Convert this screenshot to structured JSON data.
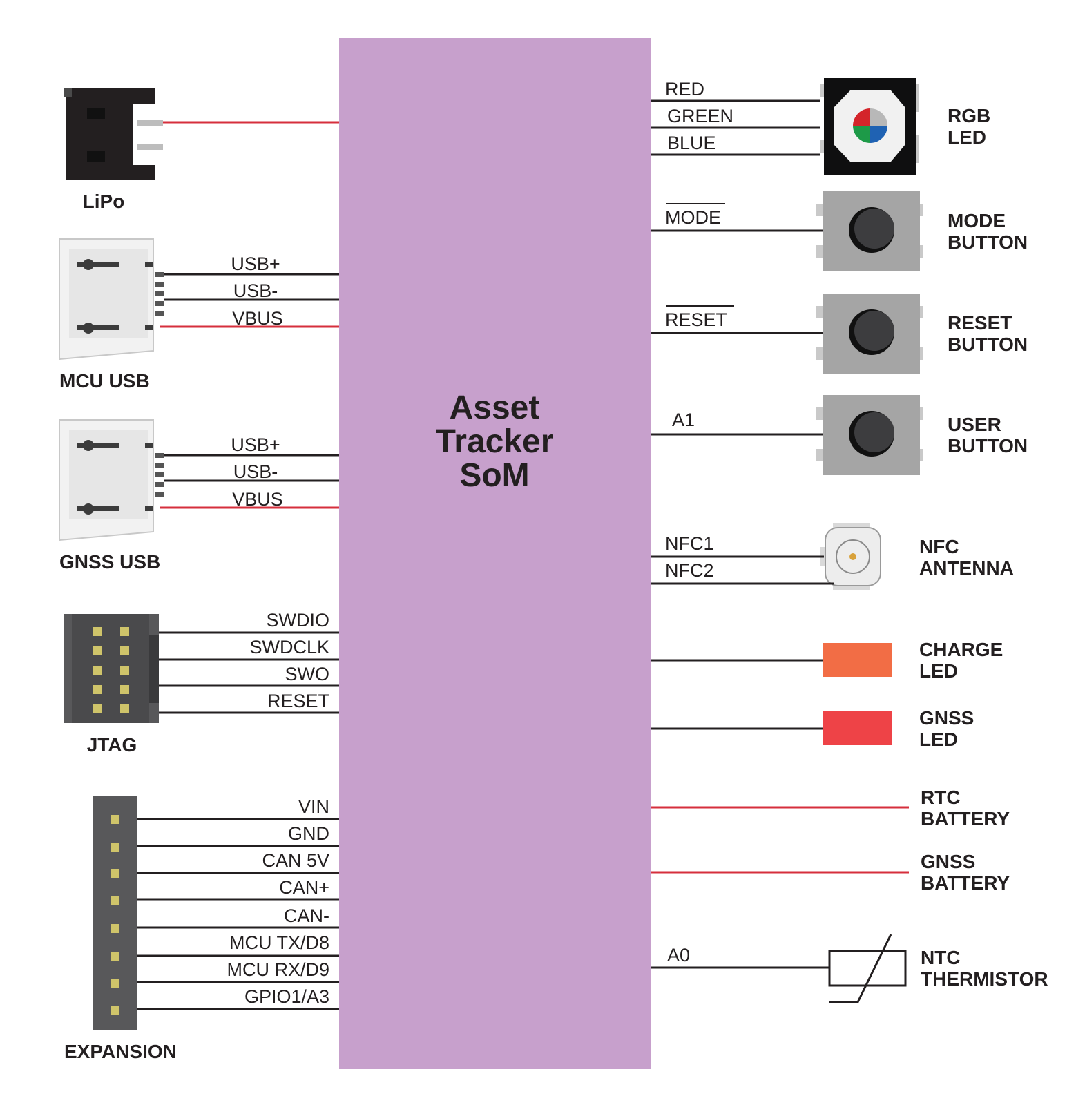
{
  "colors": {
    "som": "#c7a0cc",
    "wire": "#231f20",
    "power_wire": "#d62f3c",
    "charge_led": "#f26d45",
    "gnss_led": "#ee4347"
  },
  "som": {
    "line1": "Asset",
    "line2": "Tracker",
    "line3": "SoM"
  },
  "left": {
    "lipo": {
      "label": "LiPo"
    },
    "mcu_usb": {
      "label": "MCU USB",
      "signals": [
        "USB+",
        "USB-",
        "VBUS"
      ]
    },
    "gnss_usb": {
      "label": "GNSS USB",
      "signals": [
        "USB+",
        "USB-",
        "VBUS"
      ]
    },
    "jtag": {
      "label": "JTAG",
      "signals": [
        "SWDIO",
        "SWDCLK",
        "SWO",
        "RESET"
      ]
    },
    "expansion": {
      "label": "EXPANSION",
      "signals": [
        "VIN",
        "GND",
        "CAN 5V",
        "CAN+",
        "CAN-",
        "MCU TX/D8",
        "MCU RX/D9",
        "GPIO1/A3"
      ]
    }
  },
  "right": {
    "rgb_led": {
      "label1": "RGB",
      "label2": "LED",
      "signals": [
        "RED",
        "GREEN",
        "BLUE"
      ]
    },
    "mode_button": {
      "label1": "MODE",
      "label2": "BUTTON",
      "signal": "MODE"
    },
    "reset_button": {
      "label1": "RESET",
      "label2": "BUTTON",
      "signal": "RESET"
    },
    "user_button": {
      "label1": "USER",
      "label2": "BUTTON",
      "signal": "A1"
    },
    "nfc_antenna": {
      "label1": "NFC",
      "label2": "ANTENNA",
      "signals": [
        "NFC1",
        "NFC2"
      ]
    },
    "charge_led": {
      "label1": "CHARGE",
      "label2": "LED"
    },
    "gnss_led": {
      "label1": "GNSS",
      "label2": "LED"
    },
    "rtc_battery": {
      "label1": "RTC",
      "label2": "BATTERY"
    },
    "gnss_battery": {
      "label1": "GNSS",
      "label2": "BATTERY"
    },
    "ntc_thermistor": {
      "label1": "NTC",
      "label2": "THERMISTOR",
      "signal": "A0"
    }
  }
}
